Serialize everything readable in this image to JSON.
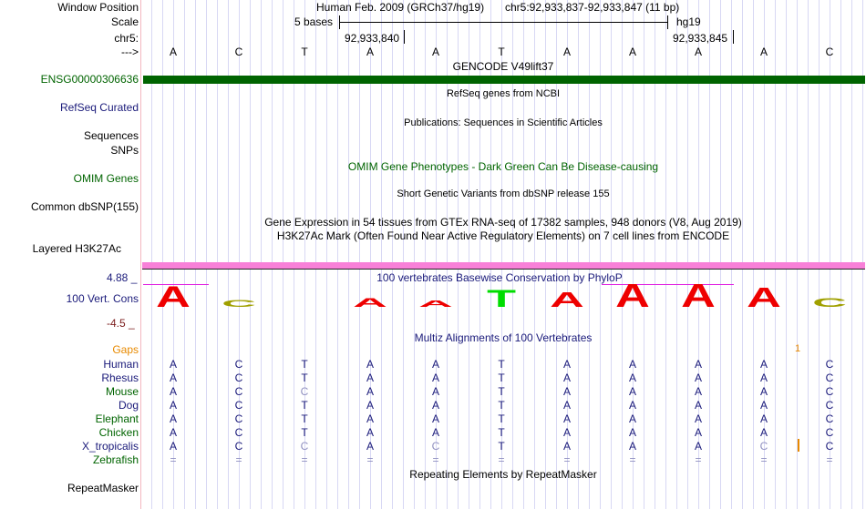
{
  "header": {
    "window_position_label": "Window Position",
    "scale_label": "Scale",
    "chr_label": "chr5:",
    "strand_label": "--->",
    "assembly": "Human Feb. 2009 (GRCh37/hg19)",
    "position": "chr5:92,933,837-92,933,847 (11 bp)",
    "scale_text": "5 bases",
    "scale_db": "hg19",
    "tick1": "92,933,840",
    "tick2": "92,933,845"
  },
  "sequence": [
    "A",
    "C",
    "T",
    "A",
    "A",
    "T",
    "A",
    "A",
    "A",
    "A",
    "C"
  ],
  "tracks": {
    "gencode": {
      "label": "ENSG00000306636",
      "title": "GENCODE V49lift37",
      "color": "#006400"
    },
    "refseq": {
      "label": "RefSeq Curated",
      "title": "RefSeq genes from NCBI"
    },
    "pubs": {
      "label1": "Sequences",
      "label2": "SNPs",
      "title": "Publications: Sequences in Scientific Articles"
    },
    "omim": {
      "label": "OMIM Genes",
      "title": "OMIM Gene Phenotypes - Dark Green Can Be Disease-causing"
    },
    "dbsnp": {
      "label": "Common dbSNP(155)",
      "title": "Short Genetic Variants from dbSNP release 155"
    },
    "gtex": {
      "title": "Gene Expression in 54 tissues from GTEx RNA-seq of 17382 samples, 948 donors (V8, Aug 2019)"
    },
    "h3k27ac": {
      "label": "Layered H3K27Ac",
      "title": "H3K27Ac Mark (Often Found Near Active Regulatory Elements) on 7 cell lines from ENCODE"
    },
    "phylop": {
      "label": "100 Vert. Cons",
      "title": "100 vertebrates Basewise Conservation by PhyloP",
      "max": "4.88 _",
      "min": "-4.5 _",
      "scores": [
        0.9,
        0.3,
        0,
        0.38,
        0.27,
        0.75,
        0.65,
        1.0,
        1.0,
        0.85,
        0.38
      ]
    },
    "multiz": {
      "title": "Multiz Alignments of 100 Vertebrates",
      "gaps_label": "Gaps",
      "gap_count": "1"
    },
    "rmsk": {
      "label": "RepeatMasker",
      "title": "Repeating Elements by RepeatMasker"
    }
  },
  "alignment": [
    {
      "species": "Human",
      "color": "navy",
      "seq": "ACTAATAAAAC"
    },
    {
      "species": "Rhesus",
      "color": "navy",
      "seq": "ACTAATAAAAC"
    },
    {
      "species": "Mouse",
      "color": "green",
      "seq": "ACcAATAAAAC"
    },
    {
      "species": "Dog",
      "color": "navy",
      "seq": "ACTAATAAAAC"
    },
    {
      "species": "Elephant",
      "color": "green",
      "seq": "ACTAATAAAAC"
    },
    {
      "species": "Chicken",
      "color": "green",
      "seq": "ACTAATAAAAC"
    },
    {
      "species": "X_tropicalis",
      "color": "navy",
      "seq": "ACcAcTAAAcC"
    },
    {
      "species": "Zebrafish",
      "color": "green",
      "seq": "==========="
    }
  ],
  "colors": {
    "A": "#ee0000",
    "C": "#a0a000",
    "T": "#00dd00",
    "G": "#e09000"
  }
}
